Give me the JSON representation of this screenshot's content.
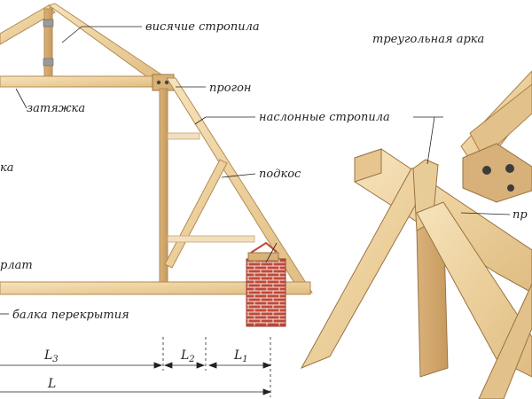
{
  "labels": {
    "hanging_rafters": "висячие стропила",
    "triangular_arch": "треугольная арка",
    "tie": "затяжка",
    "purlin": "прогон",
    "layered_rafters": "наслонные стропила",
    "partial_left_1": "ка",
    "brace": "подкос",
    "partial_right_1": "пр",
    "partial_mauerlat": "рлат",
    "floor_beam": "балка перекрытия",
    "dim_L3": "L",
    "dim_L3_sub": "3",
    "dim_L2": "L",
    "dim_L2_sub": "2",
    "dim_L1": "L",
    "dim_L1_sub": "1",
    "dim_L": "L"
  },
  "colors": {
    "wood_light": "#f2dcb0",
    "wood_mid": "#e6c48a",
    "wood_edge": "#b48a52",
    "brick": "#c0483a",
    "brick_mortar": "#f3e6de",
    "leader": "#222222"
  }
}
